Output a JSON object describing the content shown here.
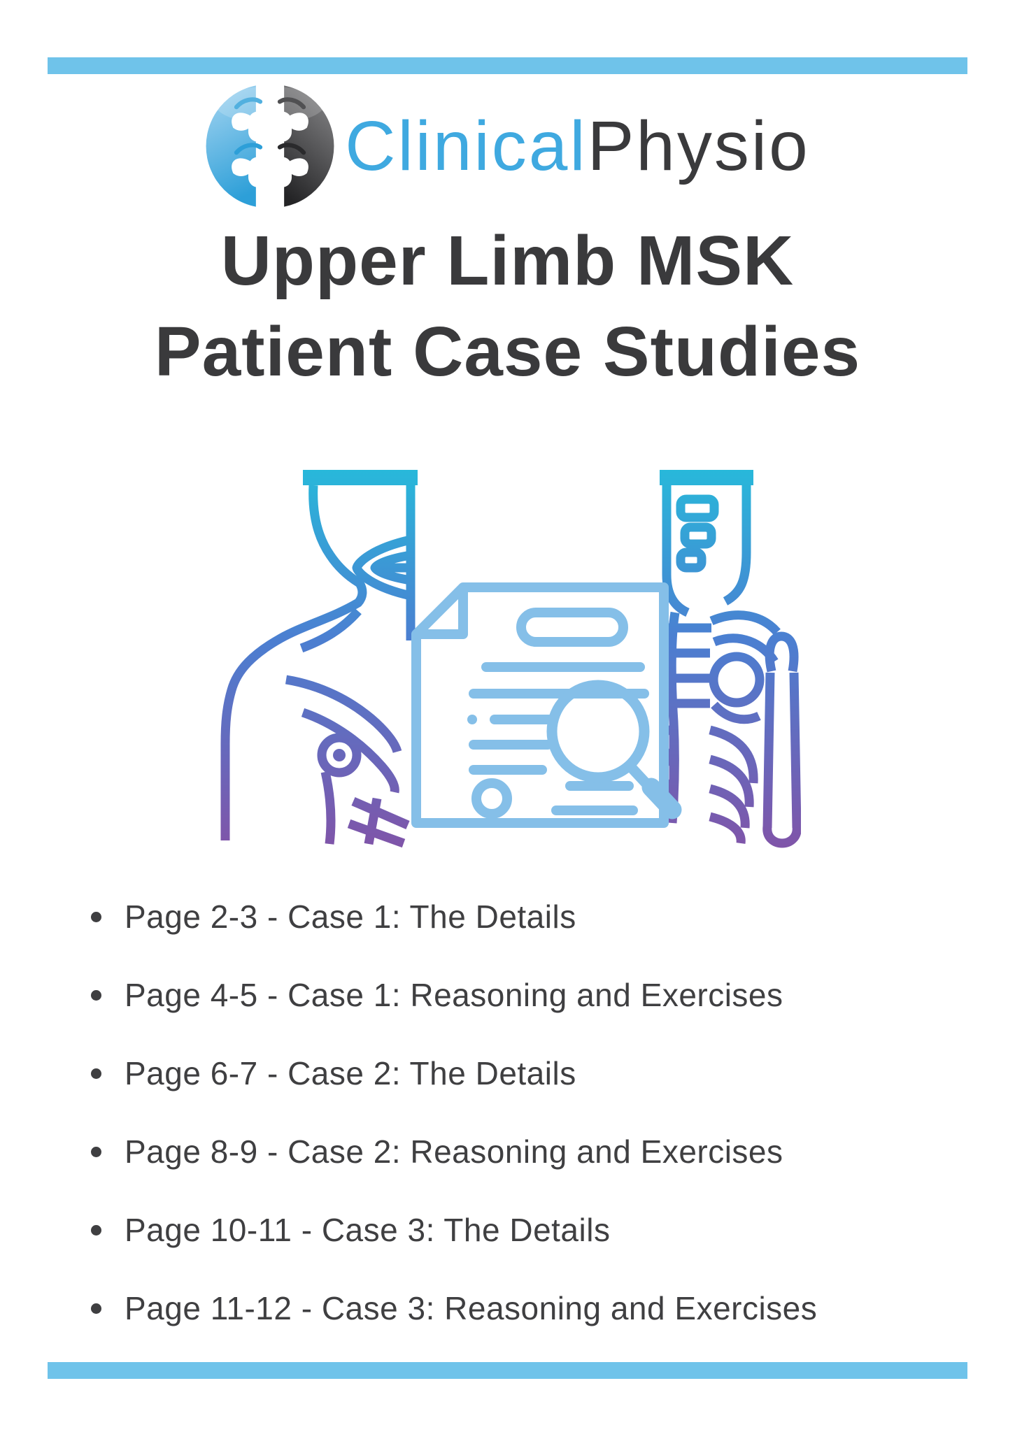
{
  "theme": {
    "page-bg": "#ffffff",
    "accent-bar": "#6fc3ea",
    "brand-blue": "#3fa9e0",
    "brand-dark": "#3a3a3c",
    "title-color": "#3a3a3c",
    "list-color": "#3f3f41",
    "grad-top": "#28b8da",
    "grad-mid": "#4b7fd1",
    "grad-bottom": "#7f55a9",
    "doc-blue": "#85bfe8",
    "logo-blue-light": "#a9d7f2",
    "logo-blue": "#2d9fd8",
    "logo-dark-light": "#8a8a8c",
    "logo-dark": "#242426"
  },
  "header": {
    "brand_first": "Clinical",
    "brand_second": "Physio"
  },
  "title": {
    "line1": "Upper Limb MSK",
    "line2": "Patient Case Studies"
  },
  "contents": {
    "items": [
      "Page 2-3 - Case 1: The Details",
      "Page 4-5 - Case 1: Reasoning and Exercises",
      "Page 6-7 - Case 2: The Details",
      "Page 8-9 - Case 2: Reasoning and Exercises",
      "Page 10-11 - Case 3: The Details",
      "Page 11-12 - Case 3: Reasoning and Exercises"
    ]
  }
}
